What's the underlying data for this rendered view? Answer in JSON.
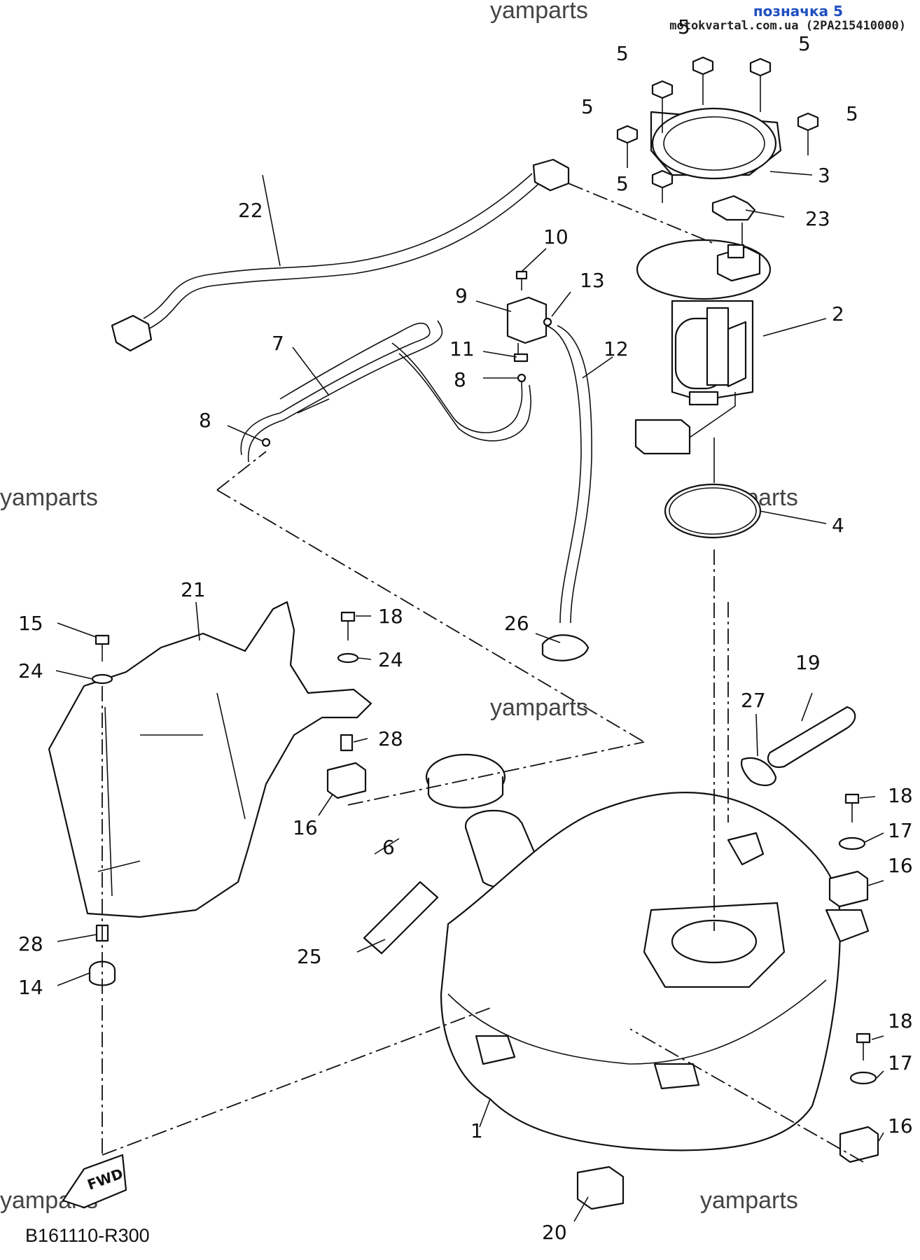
{
  "header": {
    "page_label": "позначка 5",
    "source": "motokvartal.com.ua (2PA215410000)"
  },
  "watermarks": [
    "yamparts",
    "yamparts",
    "yamparts",
    "yamparts",
    "yamparts",
    "yamparts"
  ],
  "diagram_code": "B161110-R300",
  "fwd_marker": "FWD",
  "callouts": {
    "c1": "1",
    "c2": "2",
    "c3": "3",
    "c4": "4",
    "c5a": "5",
    "c5b": "5",
    "c5c": "5",
    "c5d": "5",
    "c5e": "5",
    "c5f": "5",
    "c6": "6",
    "c7": "7",
    "c8a": "8",
    "c8b": "8",
    "c9": "9",
    "c10": "10",
    "c11": "11",
    "c12": "12",
    "c13": "13",
    "c14": "14",
    "c15": "15",
    "c16a": "16",
    "c16b": "16",
    "c16c": "16",
    "c17a": "17",
    "c17b": "17",
    "c18a": "18",
    "c18b": "18",
    "c18c": "18",
    "c19": "19",
    "c20": "20",
    "c21": "21",
    "c22": "22",
    "c23": "23",
    "c24a": "24",
    "c24b": "24",
    "c25": "25",
    "c26": "26",
    "c27": "27",
    "c28a": "28",
    "c28b": "28"
  }
}
